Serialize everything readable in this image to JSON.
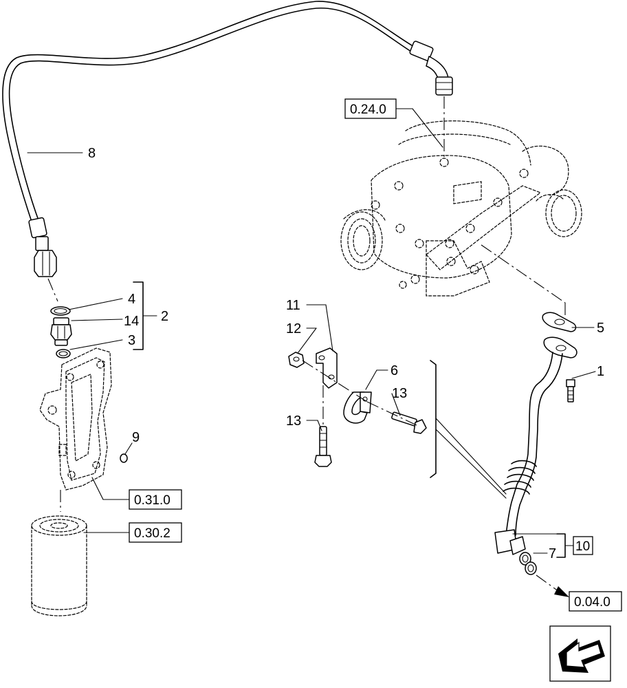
{
  "diagram": {
    "part_labels": {
      "p1": "1",
      "p2": "2",
      "p3": "3",
      "p4": "4",
      "p5": "5",
      "p6": "6",
      "p7": "7",
      "p8": "8",
      "p9": "9",
      "p11": "11",
      "p12": "12",
      "p13a": "13",
      "p13b": "13",
      "p14": "14"
    },
    "reference_boxes": {
      "turbo": "0.24.0",
      "filter_support": "0.31.0",
      "filter": "0.30.2",
      "outlet": "0.04.0",
      "assembly": "10"
    }
  }
}
